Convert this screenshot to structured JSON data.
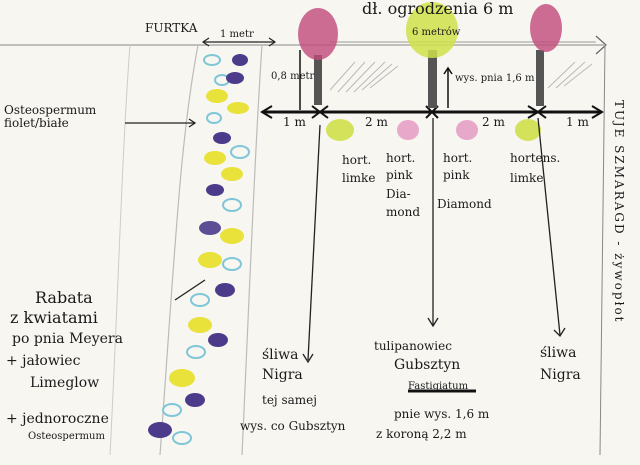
{
  "header": {
    "gate": "FURTKA",
    "gate_width": "1 metr",
    "top_right": "dł. ogrodzenia 6 m",
    "fence_length": "6 metrów"
  },
  "distances": {
    "offset_vertical": "0,8 metr",
    "seg1": "1 m",
    "seg2": "2 m",
    "seg3": "2 m",
    "seg4": "1 m",
    "tree_height_note": "wys. pnia 1,6 m"
  },
  "labels": {
    "osteo_left": "Osteospermum fiolet/białe",
    "rabata_line1": "Rabata",
    "rabata_line2": "z kwiatami",
    "rabata_line3": "po pnia Meyera",
    "rabata_line4": "+ jałowiec",
    "rabata_line5": "Limeglow",
    "rabata_line6": "+ jednoroczne",
    "rabata_line7": "Osteospermum"
  },
  "hydrangeas": [
    {
      "line1": "hort.",
      "line2": "limke"
    },
    {
      "line1": "hort.",
      "line2": "pink",
      "line3": "Dia-",
      "line4": "mond"
    },
    {
      "line1": "hort.",
      "line2": "pink",
      "line3": "Diamond"
    },
    {
      "line1": "hortens.",
      "line2": "limke"
    }
  ],
  "trees": {
    "left_line1": "śliwa",
    "left_line2": "Nigra",
    "left_line3": "tej samej",
    "left_line4": "wys. co Gubsztyn",
    "middle_line1": "tulipanowiec",
    "middle_line2": "Gubsztyn",
    "middle_line3": "Fastigiatum",
    "middle_line4": "pnie wys. 1,6 m",
    "middle_line5": "z koroną 2,2 m",
    "right_line1": "śliwa",
    "right_line2": "Nigra"
  },
  "right_side": "TUJE SZMARAGD - żywopłot",
  "colors": {
    "tree_pink": "#c04a7a",
    "tree_green": "#cfe04a",
    "yellow": "#e8e23a",
    "blue": "#4b3b8a",
    "cyan": "#7fc6d8",
    "grey": "#7a7a7a"
  }
}
